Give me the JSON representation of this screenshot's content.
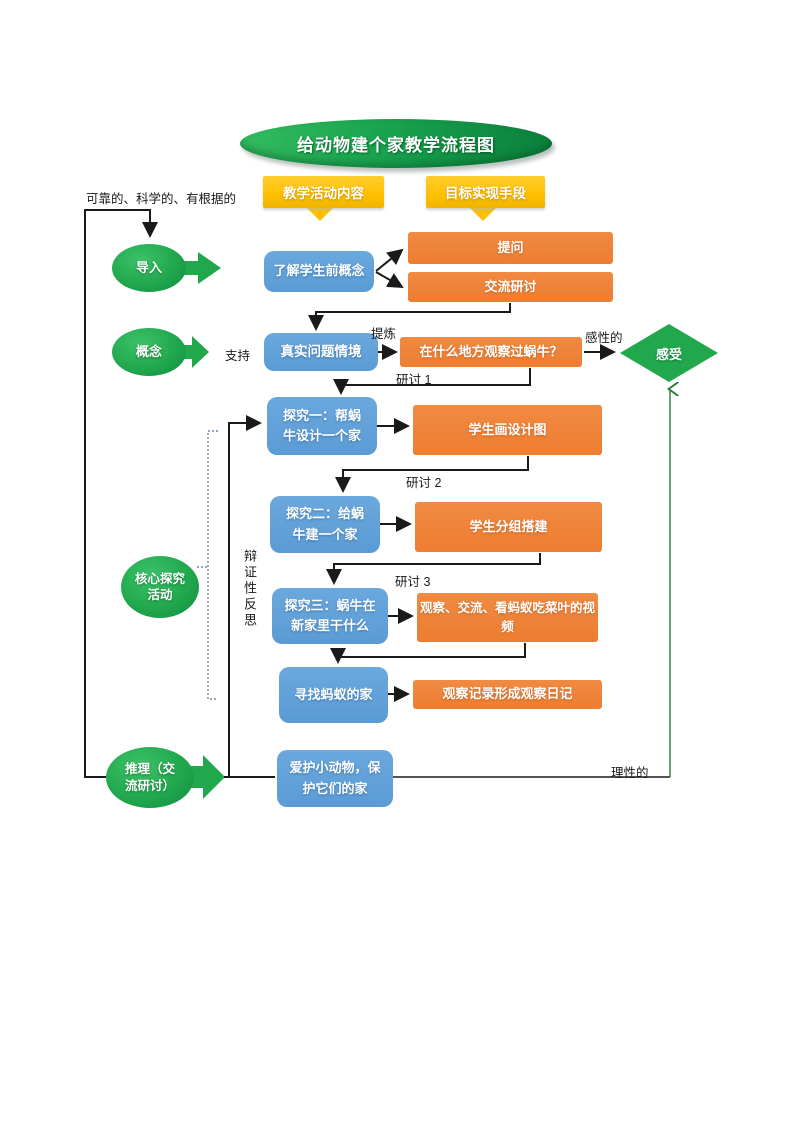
{
  "title": "给动物建个家教学流程图",
  "headers": {
    "activity": "教学活动内容",
    "method": "目标实现手段"
  },
  "stages": {
    "daoru": "导入",
    "gainian": "概念",
    "hexin": "核心探究活动",
    "tuili": "推理（交流研讨）"
  },
  "activities": {
    "pre_concept": "了解学生前概念",
    "situation": "真实问题情境",
    "inquiry1": "探究一：帮蜗牛设计一个家",
    "inquiry2": "探究二：给蜗牛建一个家",
    "inquiry3": "探究三：蜗牛在新家里干什么",
    "find_ants": "寻找蚂蚁的家",
    "protect": "爱护小动物，保护它们的家"
  },
  "methods": {
    "question": "提问",
    "discussion": "交流研讨",
    "where_snail": "在什么地方观察过蜗牛？",
    "draw_design": "学生画设计图",
    "group_build": "学生分组搭建",
    "observe_video": "观察、交流、看蚂蚁吃菜叶的视频",
    "observe_diary": "观察记录形成观察日记"
  },
  "outcome": "感受",
  "annotations": {
    "reliable": "可靠的、科学的、有根据的",
    "support": "支持",
    "refine": "提炼",
    "perceptual": "感性的",
    "rational": "理性的",
    "seminar1": "研讨 1",
    "seminar2": "研讨 2",
    "seminar3": "研讨 3",
    "reflection": "辩证性反思"
  },
  "colors": {
    "stage_green": "#21a84d",
    "activity_blue": "#5b9bd5",
    "method_orange": "#ed7d31",
    "header_yellow": "#ffc000",
    "connector_black": "#1a1a1a",
    "feedback_green": "#2e7d32",
    "bracket_gray_blue": "#5b6e96"
  }
}
